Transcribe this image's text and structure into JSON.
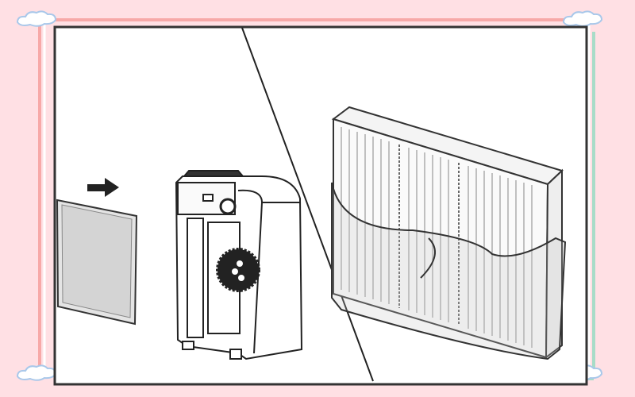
{
  "colors": {
    "background": "#ffe0e4",
    "frame_left_top": "#f7a9a8",
    "frame_right_bottom": "#a8dcc8",
    "cloud_outline": "#a9c8ea",
    "panel_border": "#333333"
  },
  "illustration": {
    "left_scene": [
      "pre-filter-panel",
      "insert-arrow",
      "air-purifier-open"
    ],
    "right_scene": [
      "hepa-filter",
      "filter-bag"
    ]
  }
}
